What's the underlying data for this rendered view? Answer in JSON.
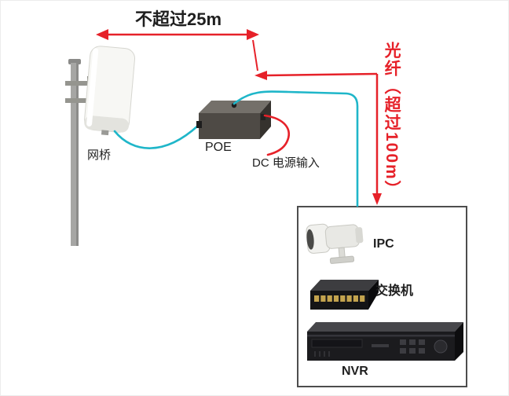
{
  "diagram": {
    "distance_top": "不超过25m",
    "bridge": "网桥",
    "poe": "POE",
    "dc_input": "DC 电源输入",
    "fiber": "光纤（超过100m）",
    "ipc": "IPC",
    "switch": "交换机",
    "nvr": "NVR"
  },
  "colors": {
    "arrow_red": "#e62129",
    "cable_teal": "#1fb6c9",
    "text_black": "#1f1f1f",
    "box_border": "#4d4d4d"
  }
}
